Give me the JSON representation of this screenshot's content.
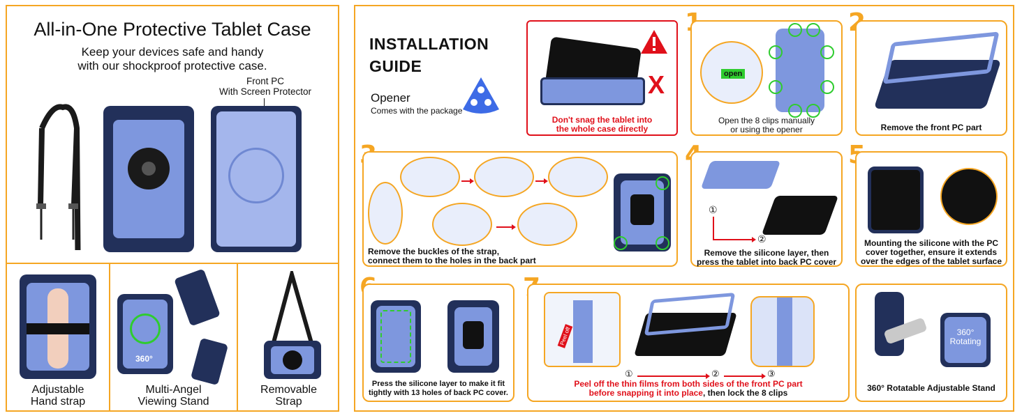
{
  "left": {
    "title": "All-in-One Protective Tablet Case",
    "subtitle_line1": "Keep your devices safe and handy",
    "subtitle_line2": "with our shockproof protective case.",
    "callout_line1": "Front PC",
    "callout_line2": "With Screen Protector",
    "features": [
      {
        "line1": "Adjustable",
        "line2": "Hand strap"
      },
      {
        "line1": "Multi-Angel",
        "line2": "Viewing Stand"
      },
      {
        "line1": "Removable",
        "line2": "Strap"
      }
    ],
    "rotate_badge": "360°"
  },
  "guide": {
    "title_line1": "INSTALLATION",
    "title_line2": "GUIDE",
    "opener_label": "Opener",
    "opener_sub": "Comes with the package",
    "warning_line1": "Don't snag the tablet into",
    "warning_line2": "the whole case directly",
    "warning_mark": "X",
    "steps": [
      {
        "num": "1",
        "line1": "Open the 8 clips manually",
        "line2": "or using the opener",
        "badge": "open"
      },
      {
        "num": "2",
        "line1": "Remove the front PC part",
        "line2": ""
      },
      {
        "num": "3",
        "line1": "Remove the buckles of the strap,",
        "line2": "connect them to the holes in the back part"
      },
      {
        "num": "4",
        "line1": "Remove the silicone layer, then",
        "line2": "press the tablet into back PC cover",
        "marker1": "①",
        "marker2": "②"
      },
      {
        "num": "5",
        "line1": "Mounting the silicone with the PC",
        "line2": "cover together, ensure it extends",
        "line3": "over the edges of the tablet surface"
      },
      {
        "num": "6",
        "line1": "Press the silicone layer to make it fit",
        "line2": "tightly with 13 holes of back PC cover."
      },
      {
        "num": "7",
        "line1": "Peel off the thin films from both sides of the front PC part",
        "line2a": "before snapping it into place",
        "line2b": ", then lock the 8 clips",
        "marker1": "①",
        "marker2": "②",
        "marker3": "③",
        "film_label": "Peel off"
      },
      {
        "num": "",
        "line1": "360° Rotatable Adjustable Stand",
        "badge_line1": "360°",
        "badge_line2": "Rotating"
      }
    ]
  },
  "colors": {
    "accent": "#f5a623",
    "warning": "#e0101a",
    "navy": "#22305a",
    "periwinkle": "#7e97de",
    "clip_green": "#2fcc2f"
  }
}
